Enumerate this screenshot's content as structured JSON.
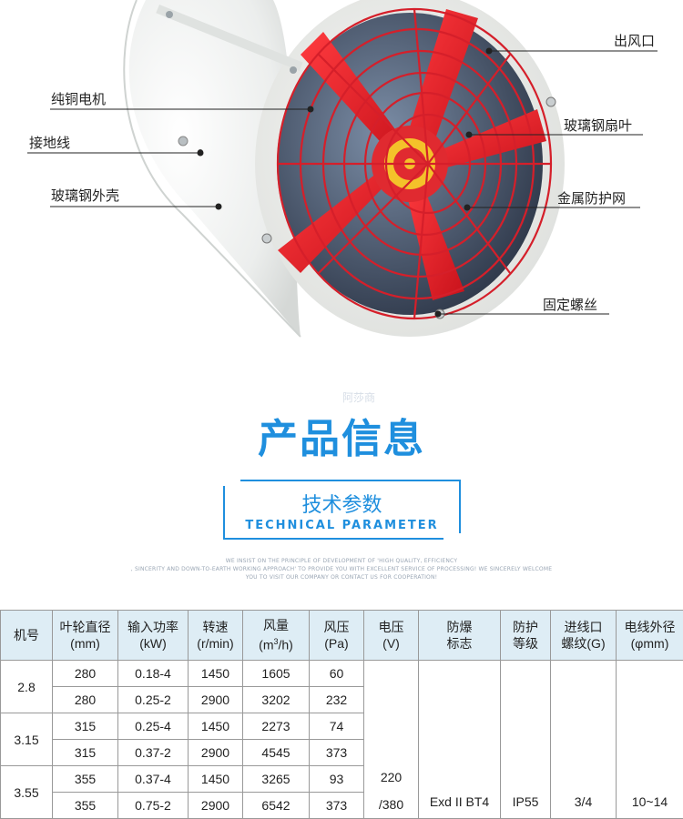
{
  "callouts": {
    "outlet": "出风口",
    "motor": "纯铜电机",
    "ground": "接地线",
    "blade": "玻璃钢扇叶",
    "shell": "玻璃钢外壳",
    "guard": "金属防护网",
    "screw": "固定螺丝"
  },
  "section_title": "产品信息",
  "watermark": "阿莎商",
  "param_box": {
    "cn": "技术参数",
    "en": "TECHNICAL PARAMETER"
  },
  "slogan": [
    "WE INSIST ON THE PRINCIPLE OF DEVELOPMENT OF 'HIGH QUALITY, EFFICIENCY",
    ", SINCERITY AND DOWN-TO-EARTH WORKING APPROACH' TO PROVIDE YOU WITH EXCELLENT SERVICE OF PROCESSING! WE SINCERELY WELCOME",
    "YOU TO VISIT OUR COMPANY OR CONTACT US FOR COOPERATION!"
  ],
  "table": {
    "headers": {
      "model": "机号",
      "impeller_1": "叶轮直径",
      "impeller_2": "(mm)",
      "power_1": "输入功率",
      "power_2": "(kW)",
      "speed_1": "转速",
      "speed_2": "(r/min)",
      "airflow_1": "风量",
      "airflow_2a": "(m",
      "airflow_sup": "3",
      "airflow_2b": "/h)",
      "pressure_1": "风压",
      "pressure_2": "(Pa)",
      "voltage_1": "电压",
      "voltage_2": "(V)",
      "explosion_1": "防爆",
      "explosion_2": "标志",
      "protection_1": "防护",
      "protection_2": "等级",
      "thread_1": "进线口",
      "thread_2": "螺纹(G)",
      "cable_1": "电线外径",
      "cable_2": "(φmm)"
    },
    "models": [
      "2.8",
      "3.15",
      "3.55"
    ],
    "rows": [
      [
        "280",
        "0.18-4",
        "1450",
        "1605",
        "60"
      ],
      [
        "280",
        "0.25-2",
        "2900",
        "3202",
        "232"
      ],
      [
        "315",
        "0.25-4",
        "1450",
        "2273",
        "74"
      ],
      [
        "315",
        "0.37-2",
        "2900",
        "4545",
        "373"
      ],
      [
        "355",
        "0.37-4",
        "1450",
        "3265",
        "93"
      ],
      [
        "355",
        "0.75-2",
        "2900",
        "6542",
        "373"
      ]
    ],
    "voltage_a": "220",
    "voltage_b": "/380",
    "explosion": "Exd II BT4",
    "protection": "IP55",
    "thread": "3/4",
    "cable": "10~14"
  },
  "colors": {
    "accent": "#1f8fde",
    "fan_red": "#e8242c",
    "shell": "#eef0ef",
    "header_bg": "#deedf5"
  }
}
